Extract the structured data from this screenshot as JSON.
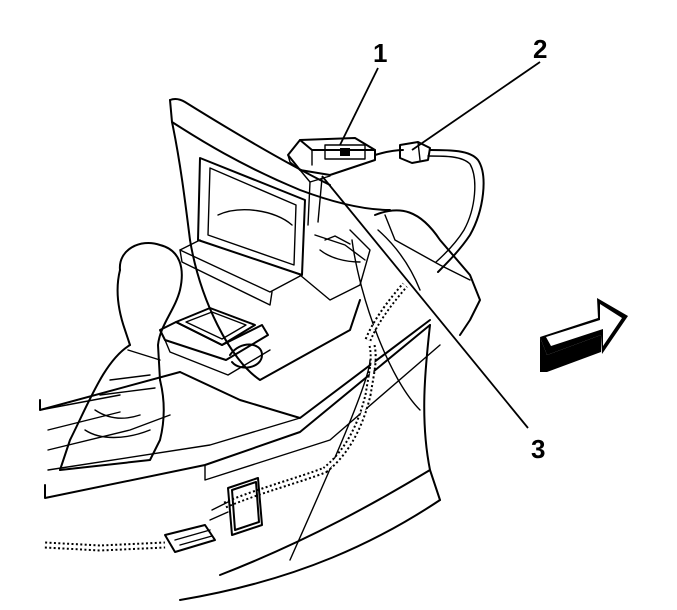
{
  "callouts": [
    {
      "id": "1",
      "label": "1"
    },
    {
      "id": "2",
      "label": "2"
    },
    {
      "id": "3",
      "label": "3"
    }
  ],
  "icons": {
    "direction_arrow": "forward-arrow-icon"
  }
}
